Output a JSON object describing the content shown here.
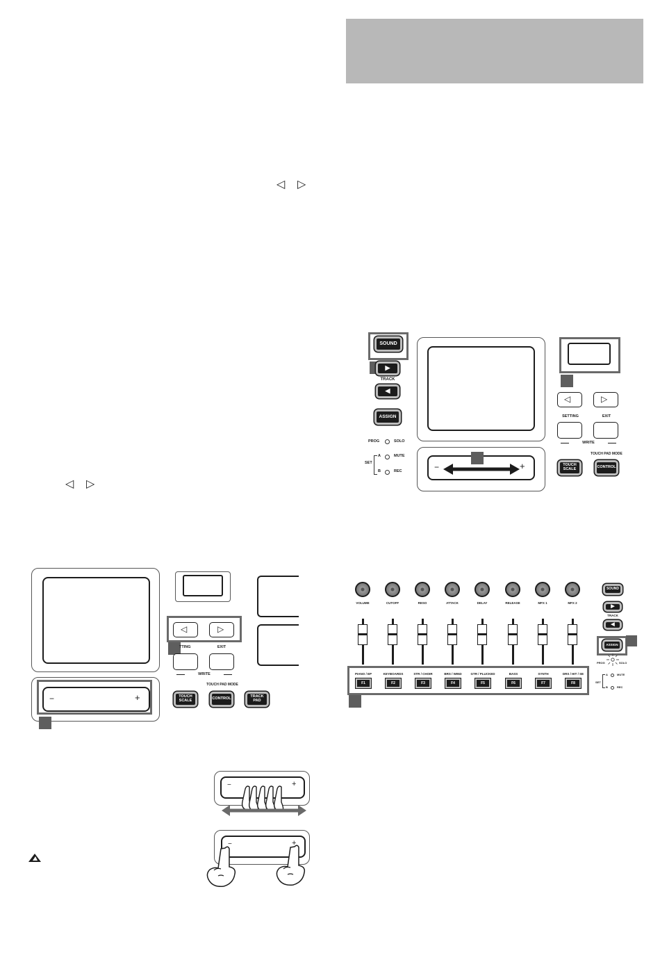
{
  "icons": {
    "arrow_left": "◁",
    "arrow_right": "▷",
    "play_right": "▶",
    "play_left": "◀",
    "caution": "caution-icon"
  },
  "fig_tr": {
    "sound": "SOUND",
    "track": "TRACK",
    "assign": "ASSIGN",
    "prog": "PROG",
    "solo": "SOLO",
    "set": "SET",
    "a": "A",
    "b": "B",
    "mute": "MUTE",
    "rec": "REC",
    "setting": "SETTING",
    "exit": "EXIT",
    "write": "WRITE",
    "touch_pad_mode": "TOUCH PAD MODE",
    "touch_scale": "TOUCH SCALE",
    "control": "CONTROL",
    "minus": "−",
    "plus": "+"
  },
  "fig_bl": {
    "setting_partial": "TTING",
    "exit": "EXIT",
    "write": "WRITE",
    "touch_pad_mode": "TOUCH PAD MODE",
    "touch_scale": "TOUCH SCALE",
    "control": "CONTROL",
    "track_pad": "TRACK PAD",
    "minus": "−",
    "plus": "+"
  },
  "fig_mixer": {
    "knobs": [
      "VOLUME",
      "CUTOFF",
      "RESO",
      "ATTACK",
      "DELAY",
      "RELEASE",
      "MFX 1",
      "MFX 2"
    ],
    "groups": [
      "PIANO / EP",
      "KEYBOARDS",
      "STR / CHOIR",
      "BRS / WIND",
      "GTR / PLUCKED",
      "BASS",
      "SYNTH",
      "DRS / HIT / SE"
    ],
    "fkeys": [
      "F1",
      "F2",
      "F3",
      "F4",
      "F5",
      "F6",
      "F7",
      "F8"
    ],
    "sound": "SOUND",
    "track": "TRACK",
    "assign": "ASSIGN",
    "prog": "PROG",
    "solo": "SOLO",
    "set": "SET",
    "a": "A",
    "b": "B",
    "mute": "MUTE",
    "rec": "REC"
  },
  "fig_touch": {
    "minus": "−",
    "plus": "+"
  }
}
